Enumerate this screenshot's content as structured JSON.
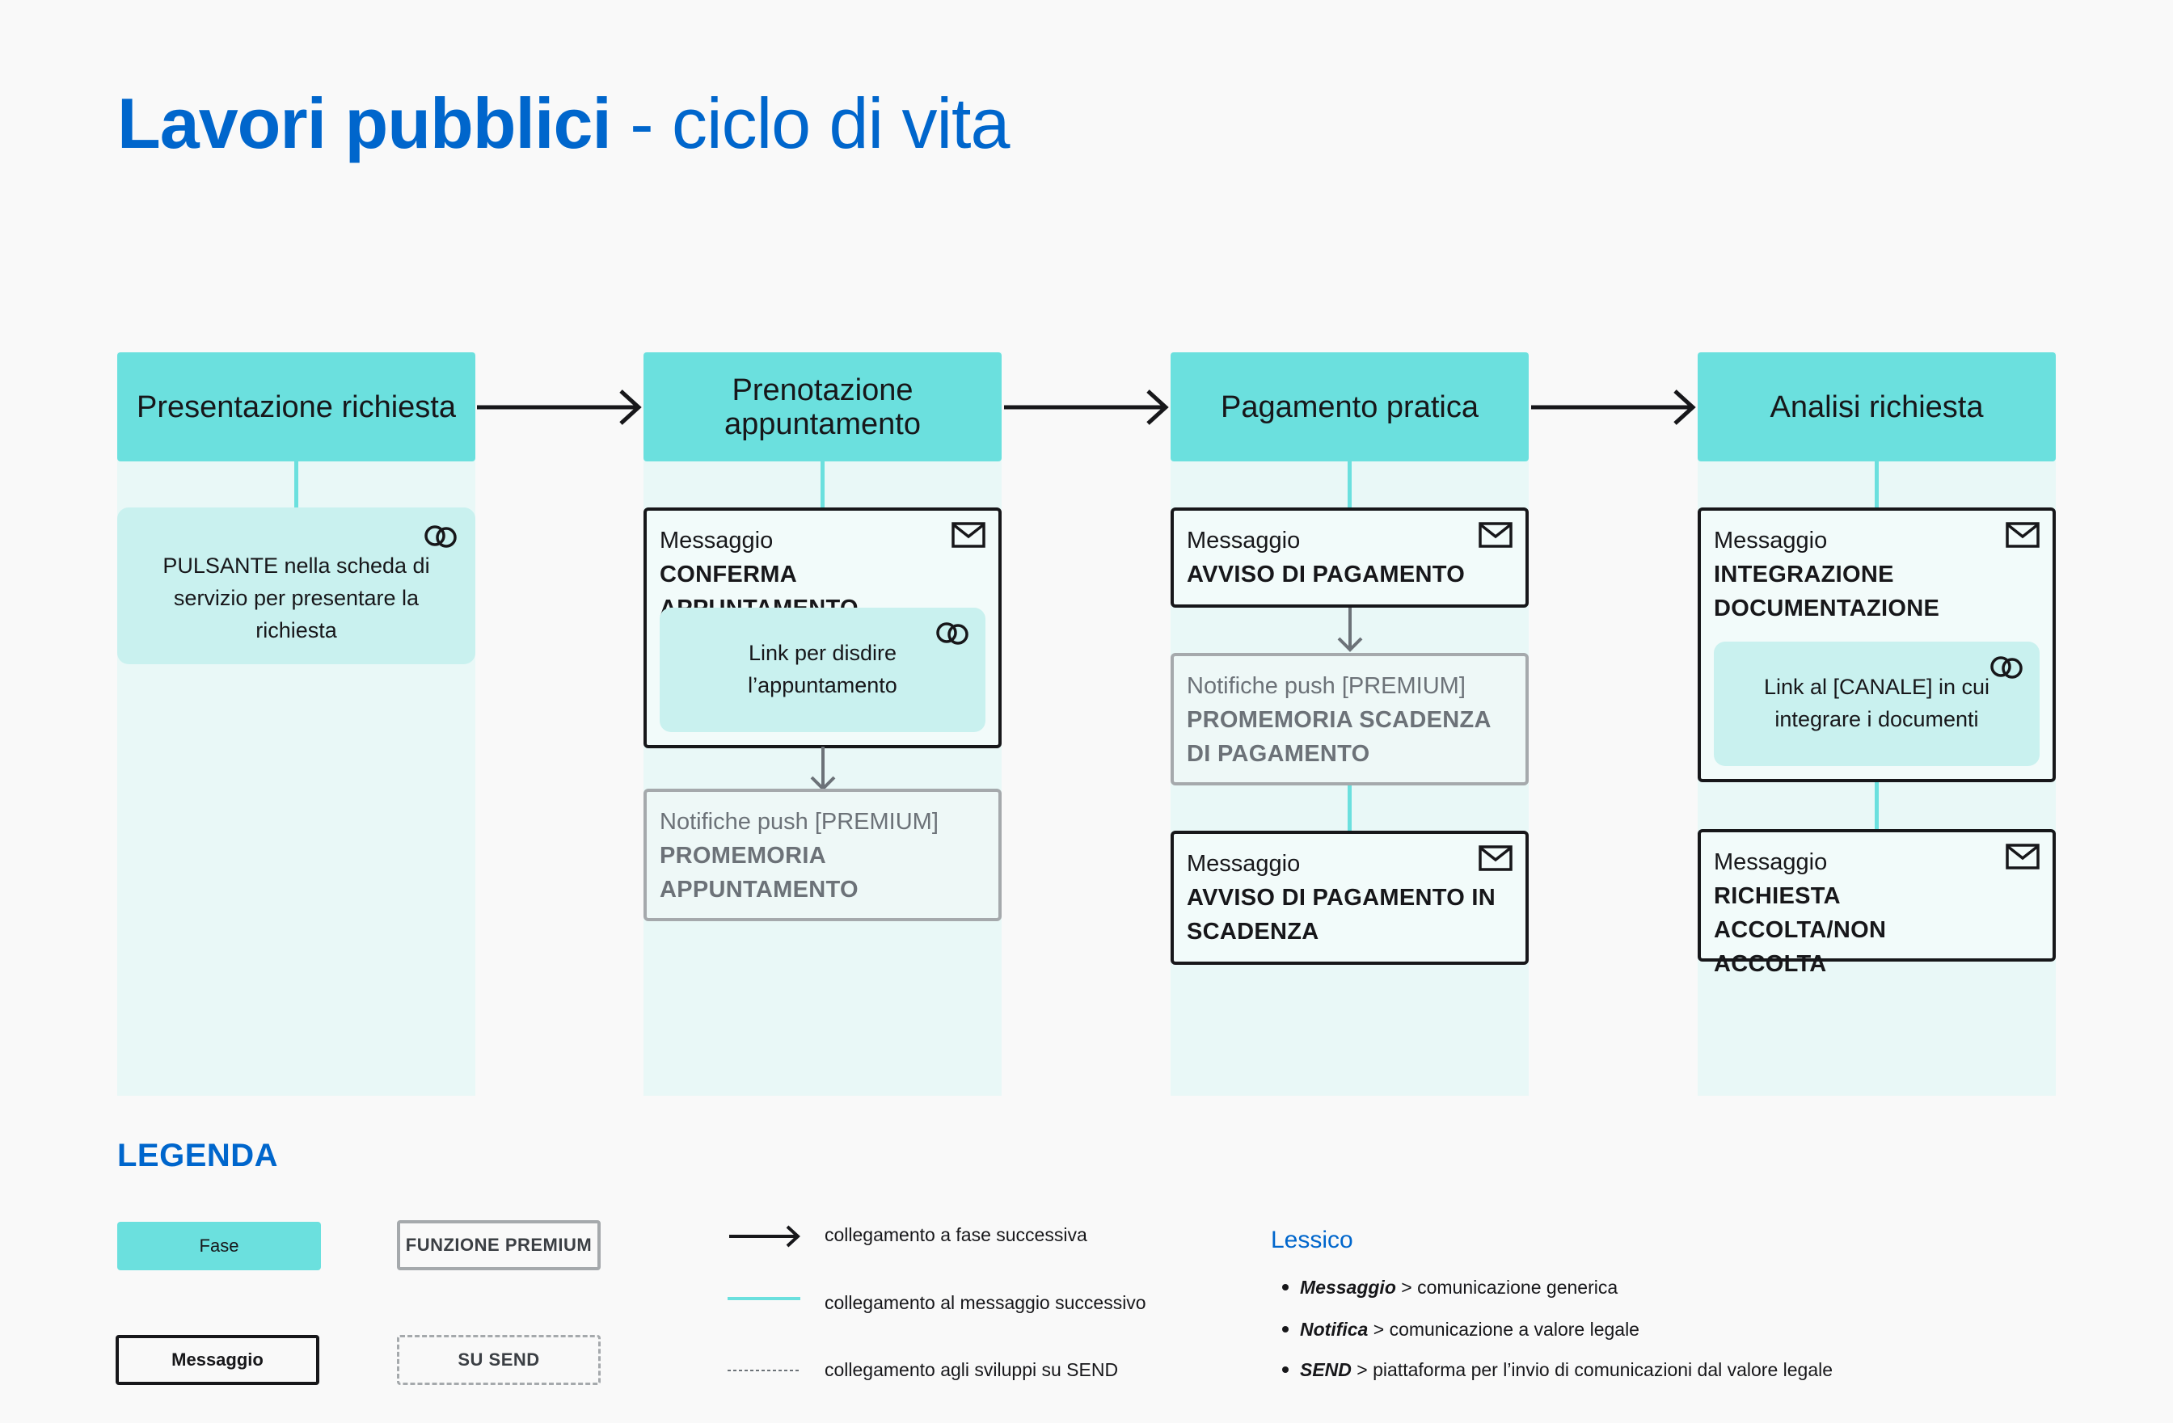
{
  "title": {
    "bold": "Lavori pubblici",
    "light": " - ciclo di vita"
  },
  "colors": {
    "phase": "#6BE0DE",
    "column": "#E9F8F7",
    "link_box": "#C9F1EF",
    "title": "#0066CC",
    "premium_border": "#A5A9AC"
  },
  "phases": [
    {
      "label": "Presentazione richiesta"
    },
    {
      "label": "Prenotazione appuntamento"
    },
    {
      "label": "Pagamento pratica"
    },
    {
      "label": "Analisi richiesta"
    }
  ],
  "col1": {
    "link": {
      "text": "PULSANTE nella scheda di servizio per presentare la richiesta",
      "icon": "link-icon"
    }
  },
  "col2": {
    "msg": {
      "kind": "Messaggio",
      "name": "CONFERMA APPUNTAMENTO",
      "icon": "mail-icon"
    },
    "link": {
      "text": "Link per disdire l’appuntamento",
      "icon": "link-icon"
    },
    "push": {
      "kind": "Notifiche push [PREMIUM]",
      "name": "PROMEMORIA APPUNTAMENTO"
    }
  },
  "col3": {
    "msg1": {
      "kind": "Messaggio",
      "name": "AVVISO DI PAGAMENTO",
      "icon": "mail-icon"
    },
    "push": {
      "kind": "Notifiche push [PREMIUM]",
      "name": "PROMEMORIA SCADENZA DI PAGAMENTO"
    },
    "msg2": {
      "kind": "Messaggio",
      "name": "AVVISO DI PAGAMENTO IN SCADENZA",
      "icon": "mail-icon"
    }
  },
  "col4": {
    "msg1": {
      "kind": "Messaggio",
      "name": "INTEGRAZIONE DOCUMENTAZIONE",
      "icon": "mail-icon"
    },
    "link": {
      "text": "Link al [CANALE] in cui integrare i documenti",
      "icon": "link-icon"
    },
    "msg2": {
      "kind": "Messaggio",
      "name": "RICHIESTA ACCOLTA/NON ACCOLTA",
      "icon": "mail-icon"
    }
  },
  "legend": {
    "title": "LEGENDA",
    "fase": "Fase",
    "messaggio": "Messaggio",
    "premium": "FUNZIONE PREMIUM",
    "send": "SU SEND",
    "lines": [
      {
        "text": "collegamento a fase successiva"
      },
      {
        "text": "collegamento al messaggio successivo"
      },
      {
        "text": "collegamento agli sviluppi su SEND"
      }
    ]
  },
  "lessico": {
    "title": "Lessico",
    "items": [
      {
        "term": "Messaggio",
        "sep": " > ",
        "desc": "comunicazione generica"
      },
      {
        "term": "Notifica",
        "sep": " > ",
        "desc": "comunicazione a valore legale"
      },
      {
        "term": "SEND",
        "sep": " > ",
        "desc": "piattaforma per  l’invio di comunicazioni dal valore legale"
      }
    ]
  }
}
